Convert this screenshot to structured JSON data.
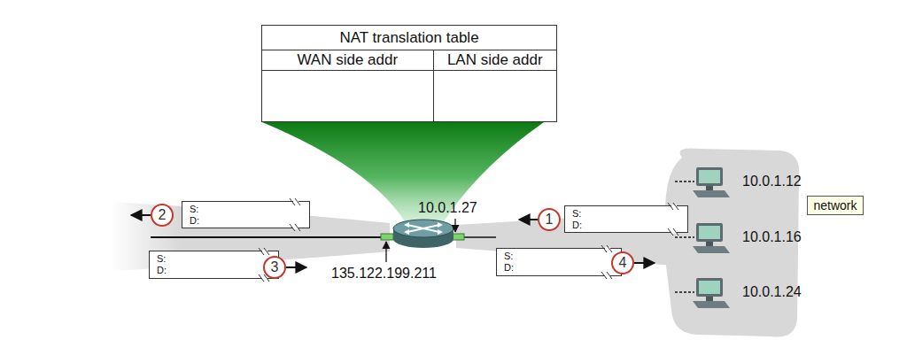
{
  "diagram": {
    "nodes": [
      {
        "text": [
          "NAT translation table",
          "WAN side addr",
          "LAN side addr"
        ]
      },
      {
        "text": [
          "2"
        ]
      },
      {
        "text": [
          "S:",
          "D:"
        ]
      },
      {
        "text": [
          "1"
        ]
      },
      {
        "text": [
          "S:",
          "D:"
        ]
      },
      {
        "text": [
          "network"
        ]
      },
      {
        "text": [
          "S:",
          "D:"
        ]
      },
      {
        "text": [
          "3"
        ]
      },
      {
        "text": [
          "S:",
          "D:"
        ]
      },
      {
        "text": [
          "4"
        ]
      }
    ],
    "labels": [
      "10.0.1.27",
      "135.122.199.211",
      "10.0.1.12",
      "10.0.1.16",
      "10.0.1.24"
    ]
  }
}
